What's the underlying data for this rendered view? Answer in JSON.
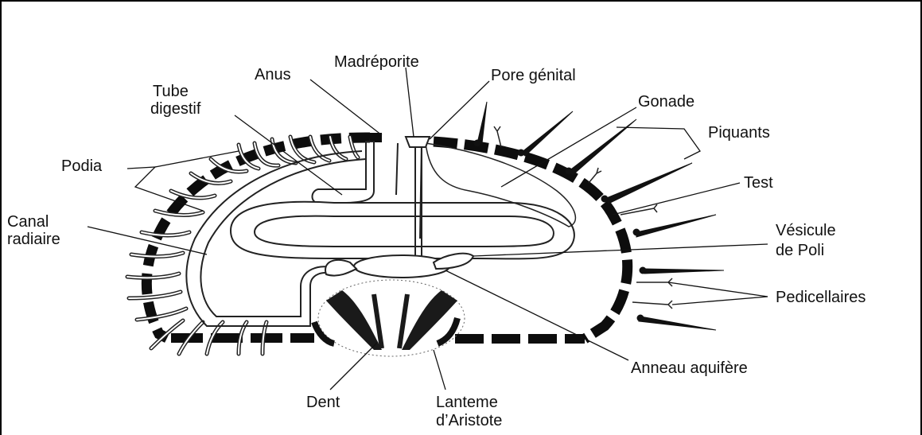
{
  "diagram": {
    "labels": {
      "madreporite": "Madréporite",
      "anus": "Anus",
      "pore_genital": "Pore génital",
      "tube_digestif_1": "Tube",
      "tube_digestif_2": "digestif",
      "gonade": "Gonade",
      "piquants": "Piquants",
      "podia": "Podia",
      "test": "Test",
      "canal_radiaire_1": "Canal",
      "canal_radiaire_2": "radiaire",
      "vesicule_poli_1": "Vésicule",
      "vesicule_poli_2": "de Poli",
      "pedicellaires": "Pedicellaires",
      "anneau_aquifere": "Anneau aquifère",
      "dent": "Dent",
      "lanterne_1": "Lanteme",
      "lanterne_2": "d’Aristote"
    },
    "colors": {
      "line": "#111111",
      "background": "#ffffff",
      "shell": "#0d0d0d"
    }
  }
}
